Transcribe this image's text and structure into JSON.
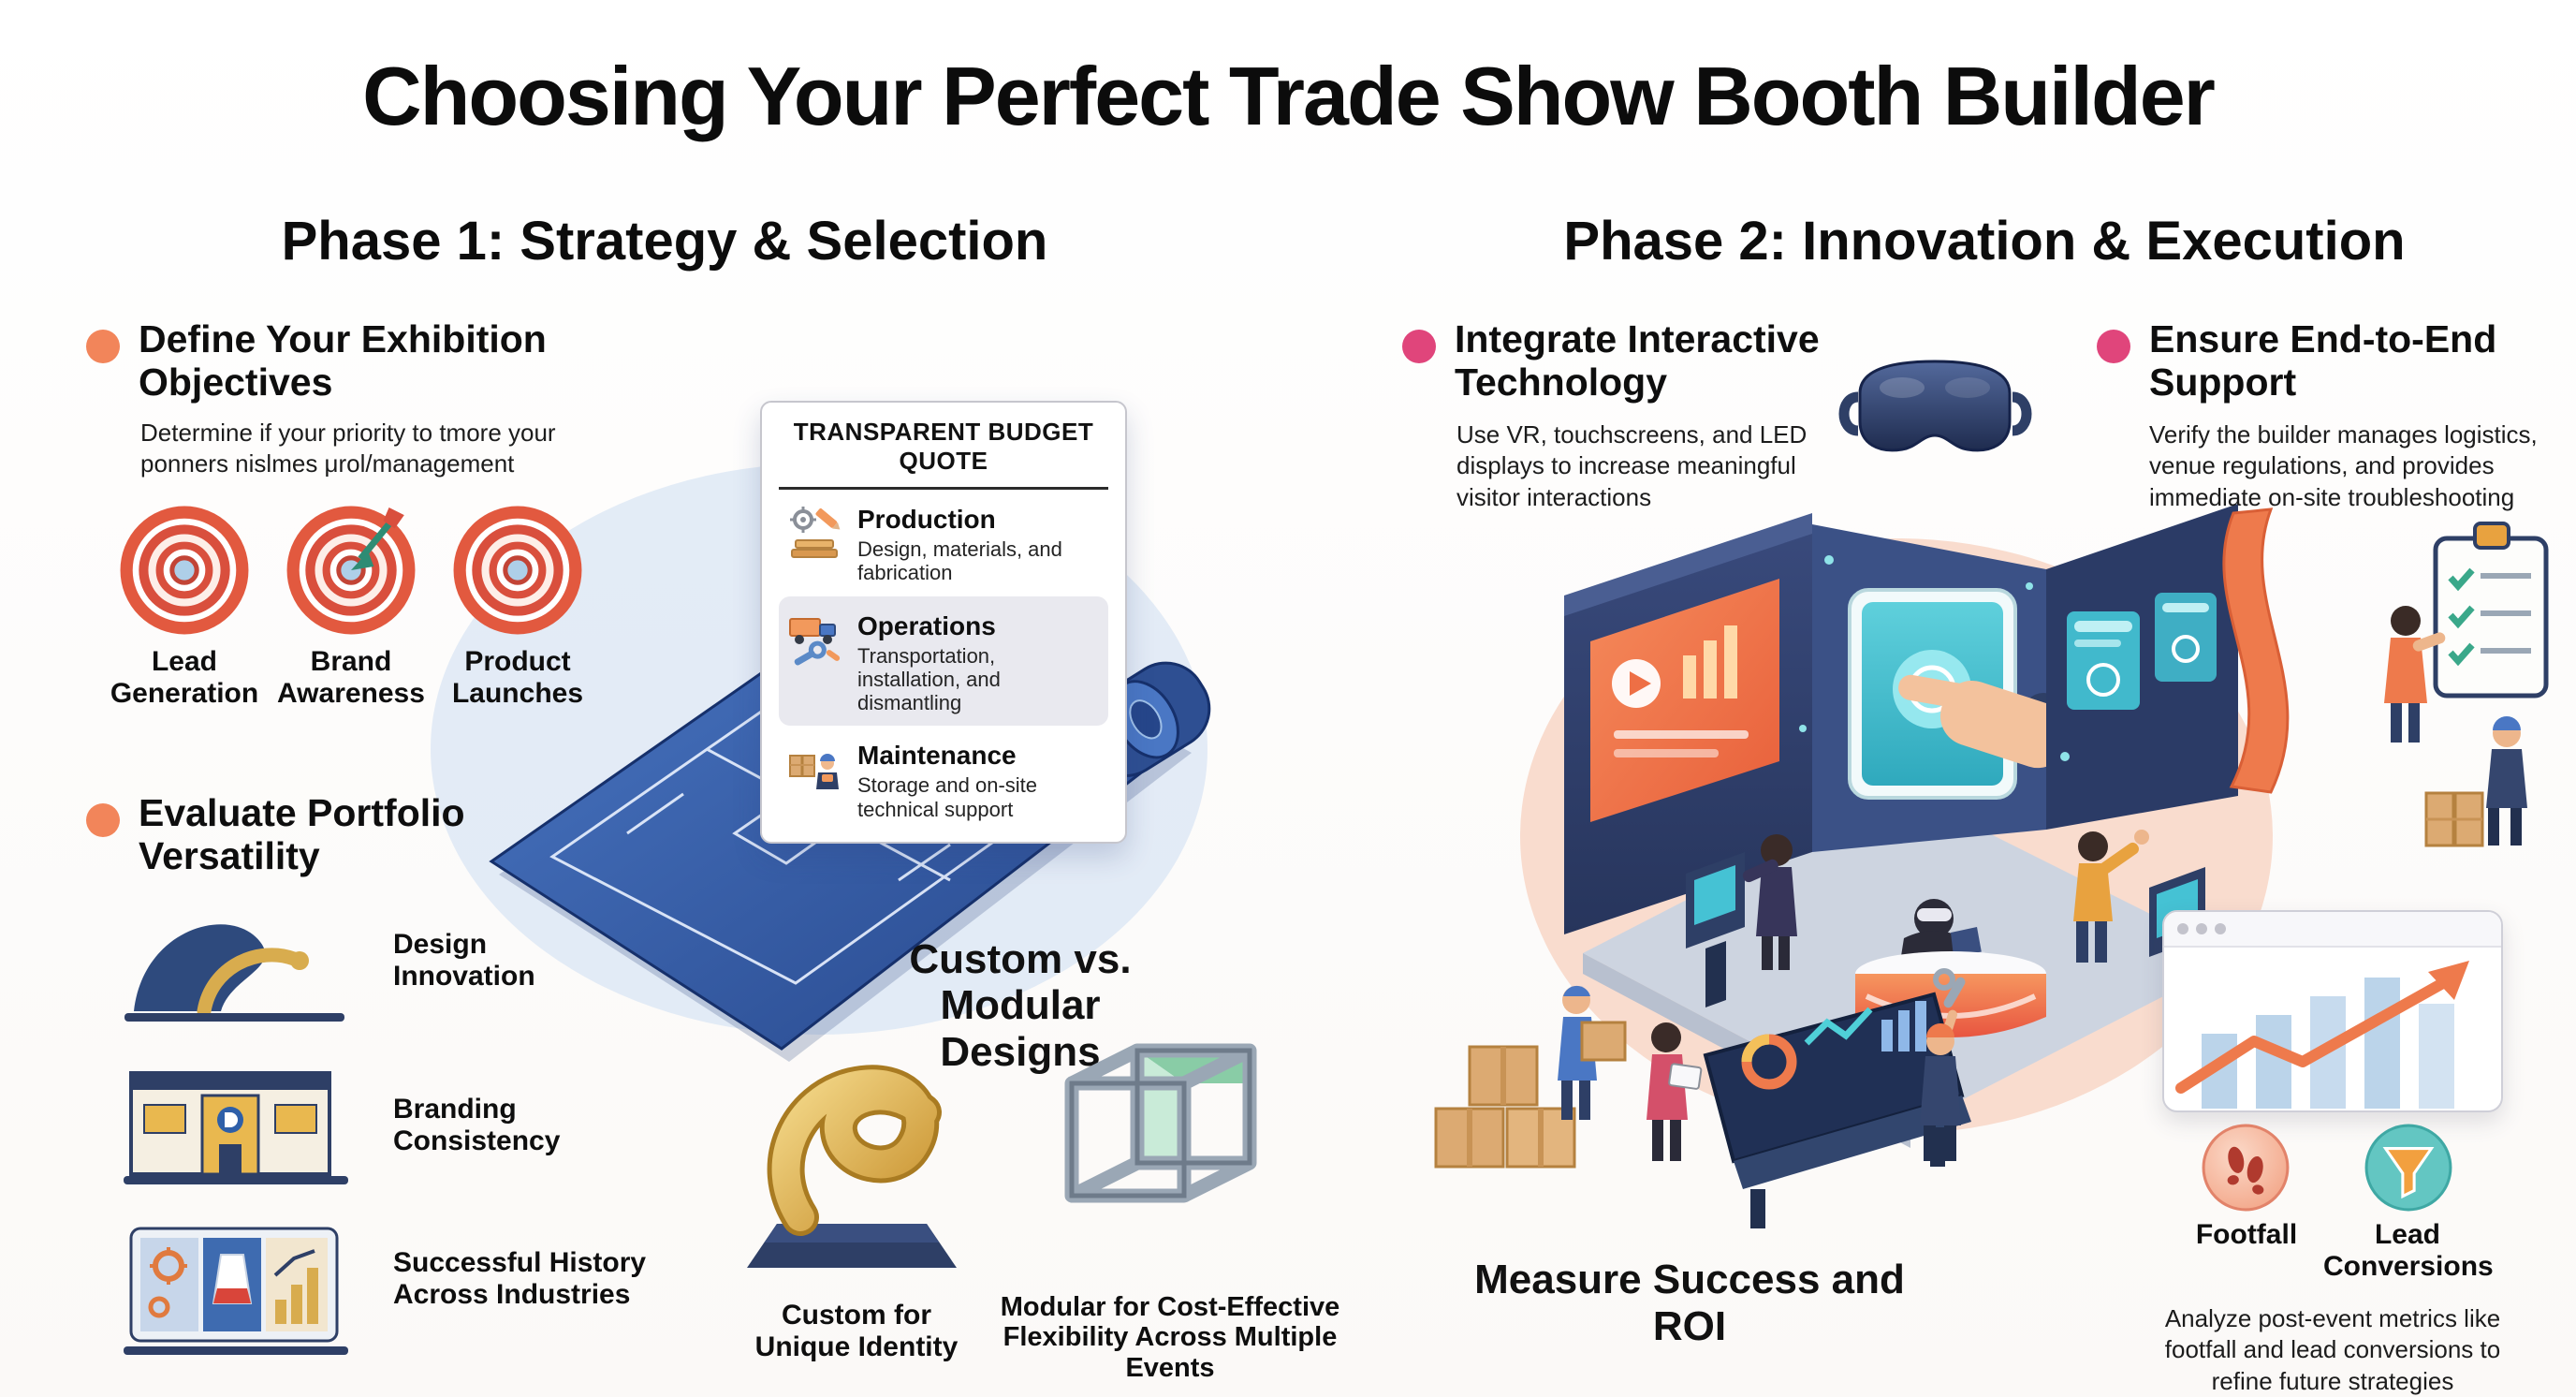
{
  "title": "Choosing Your Perfect Trade Show Booth Builder",
  "phase1": {
    "heading": "Phase 1: Strategy & Selection",
    "objectives": {
      "heading": "Define Your Exhibition Objectives",
      "body": "Determine if your priority to tmore your ponners nislmes μrol/management",
      "targets": [
        {
          "label": "Lead Generation"
        },
        {
          "label": "Brand Awareness"
        },
        {
          "label": "Product Launches"
        }
      ]
    },
    "budget": {
      "heading": "TRANSPARENT BUDGET QUOTE",
      "items": [
        {
          "title": "Production",
          "desc": "Design, materials, and fabrication"
        },
        {
          "title": "Operations",
          "desc": "Transportation, installation, and dismantling"
        },
        {
          "title": "Maintenance",
          "desc": "Storage and on-site technical support"
        }
      ]
    },
    "portfolio": {
      "heading": "Evaluate Portfolio Versatility",
      "items": [
        {
          "label": "Design Innovation"
        },
        {
          "label": "Branding Consistency"
        },
        {
          "label": "Successful History Across Industries"
        }
      ]
    },
    "designs": {
      "heading": "Custom vs. Modular Designs",
      "custom": "Custom for Unique Identity",
      "modular": "Modular for Cost-Effective Flexibility Across Multiple Events"
    }
  },
  "phase2": {
    "heading": "Phase 2: Innovation & Execution",
    "technology": {
      "heading": "Integrate Interactive Technology",
      "body": "Use VR, touchscreens, and LED displays to increase meaningful visitor interactions"
    },
    "support": {
      "heading": "Ensure End-to-End Support",
      "body": "Verify the builder manages logistics, venue regulations, and provides immediate on-site troubleshooting"
    },
    "roi_heading": "Measure Success and ROI",
    "metrics": {
      "footfall": "Footfall",
      "conversions": "Lead Conversions",
      "body": "Analyze post-event metrics like footfall and lead conversions to refine future strategies"
    }
  },
  "icons": {
    "objective_bullet": "orange-dot",
    "phase2_bullet": "pink-dot",
    "target": "bullseye-target",
    "production": "gear-pencil-materials",
    "operations": "truck-wrench",
    "maintenance": "box-technician",
    "vr": "vr-headset",
    "checklist": "clipboard-checkmarks",
    "footfall": "footprints",
    "conversions": "funnel",
    "analytics": "browser-bar-chart-arrow"
  },
  "colors": {
    "bullet_orange": "#F2855A",
    "bullet_pink": "#E0457B",
    "accent_orange": "#EE7A4C",
    "accent_teal": "#46C2D4",
    "navy": "#2E3F66",
    "gold": "#D8AC4E",
    "blueprint_blue": "#3A62AC",
    "peach_backdrop": "#F9DCCE",
    "blue_backdrop": "#D9E6F4"
  }
}
